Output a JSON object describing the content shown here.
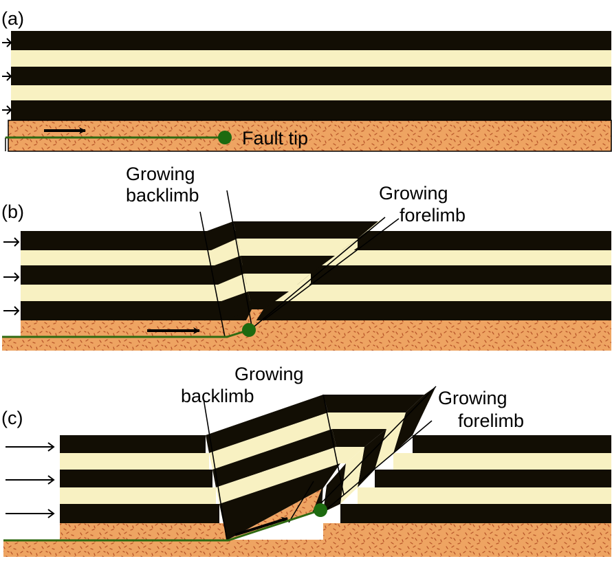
{
  "colors": {
    "dark_layer": "#120e04",
    "light_layer": "#f8f1c2",
    "basement": "#eea462",
    "basement_speckle": "#b8562a",
    "fault": "#2f6a12",
    "fault_tip": "#1d6a10",
    "outline": "#000000"
  },
  "panels": [
    {
      "id": "a",
      "label": "(a)",
      "tip_label": "Fault tip"
    },
    {
      "id": "b",
      "label": "(b)",
      "backlimb_label": [
        "Growing",
        "backlimb"
      ],
      "forelimb_label": [
        "Growing",
        "forelimb"
      ]
    },
    {
      "id": "c",
      "label": "(c)",
      "backlimb_label": [
        "Growing",
        "backlimb"
      ],
      "forelimb_label": [
        "Growing",
        "forelimb"
      ]
    }
  ],
  "icons": {
    "compression_arrow": "right-arrow-icon",
    "slip_arrow": "slip-arrow-icon",
    "fault_tip_marker": "fault-tip-dot-icon"
  }
}
